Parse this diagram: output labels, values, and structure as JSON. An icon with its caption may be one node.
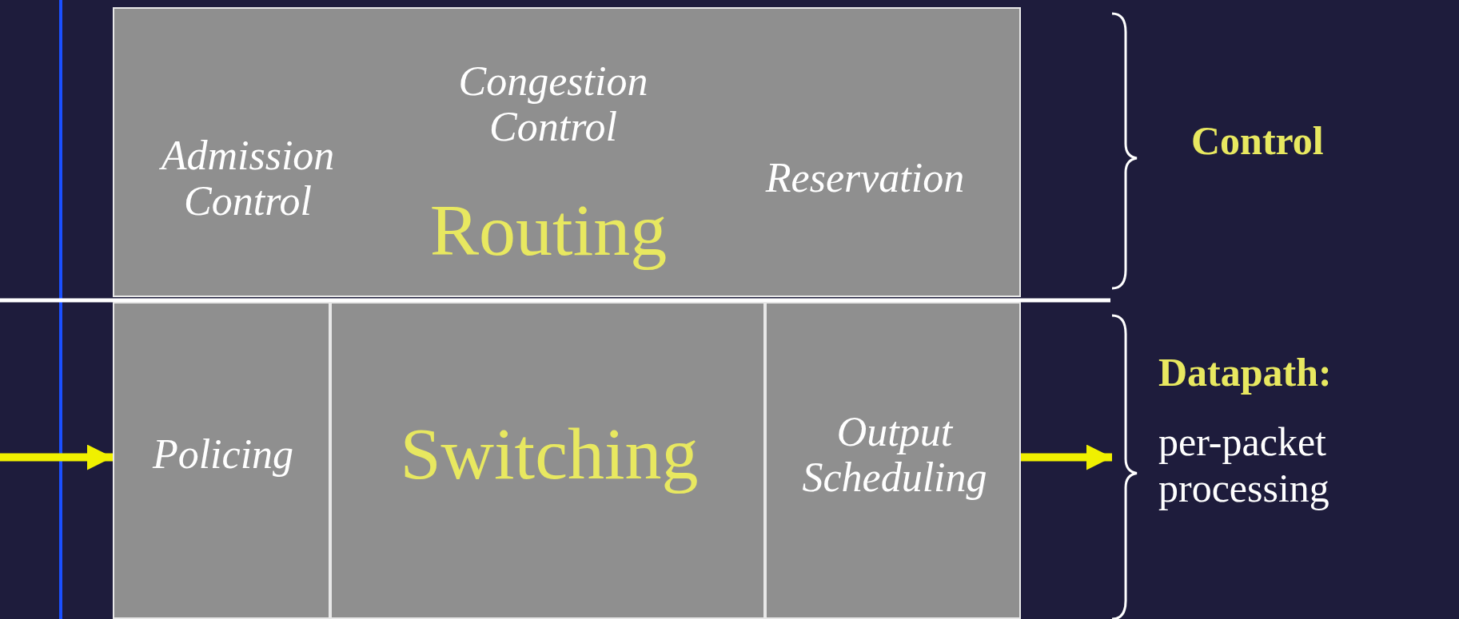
{
  "diagram": {
    "nodes": [
      {
        "text": [
          "Admission Control",
          "Congestion Control",
          "Routing",
          "Reservation"
        ]
      },
      {
        "text": [
          "Policing"
        ]
      },
      {
        "text": [
          "Switching"
        ]
      },
      {
        "text": [
          "Output Scheduling"
        ]
      },
      {
        "text": [],
        "shape": "brace"
      }
    ],
    "edges": [
      {
        "from": null,
        "to": 1,
        "arrow": "to"
      },
      {
        "from": 3,
        "to": 4,
        "arrow": "to"
      }
    ],
    "labels": [
      "Control",
      "Datapath:",
      "per-packet processing"
    ]
  }
}
